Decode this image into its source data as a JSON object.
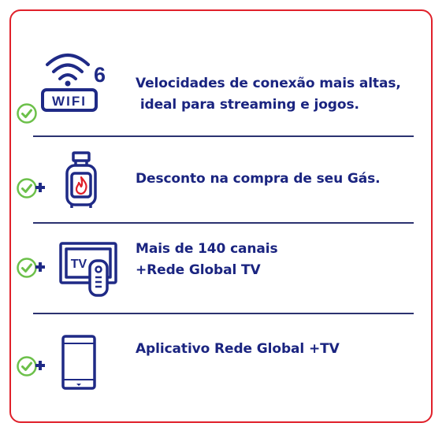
{
  "colors": {
    "border": "#e0202a",
    "text": "#1a2480",
    "icon": "#1f2a86",
    "check": "#6cc04a",
    "plus": "#1f2a86"
  },
  "features": [
    {
      "icon": "wifi-6-icon",
      "badge_number": "6",
      "badge_text": "WIFI",
      "line1": "Velocidades de conexão mais altas,",
      "line2": " ideal para streaming e jogos.",
      "check_icon": "check-circle-icon"
    },
    {
      "icon": "gas-cylinder-icon",
      "line1": "Desconto na compra de seu Gás.",
      "check_icon": "check-circle-plus-icon"
    },
    {
      "icon": "tv-remote-icon",
      "badge_text": "TV",
      "line1": "Mais de 140 canais",
      "line2": "+Rede Global TV",
      "check_icon": "check-circle-plus-icon"
    },
    {
      "icon": "smartphone-icon",
      "line1": "Aplicativo Rede Global +TV",
      "check_icon": "check-circle-plus-icon"
    }
  ]
}
